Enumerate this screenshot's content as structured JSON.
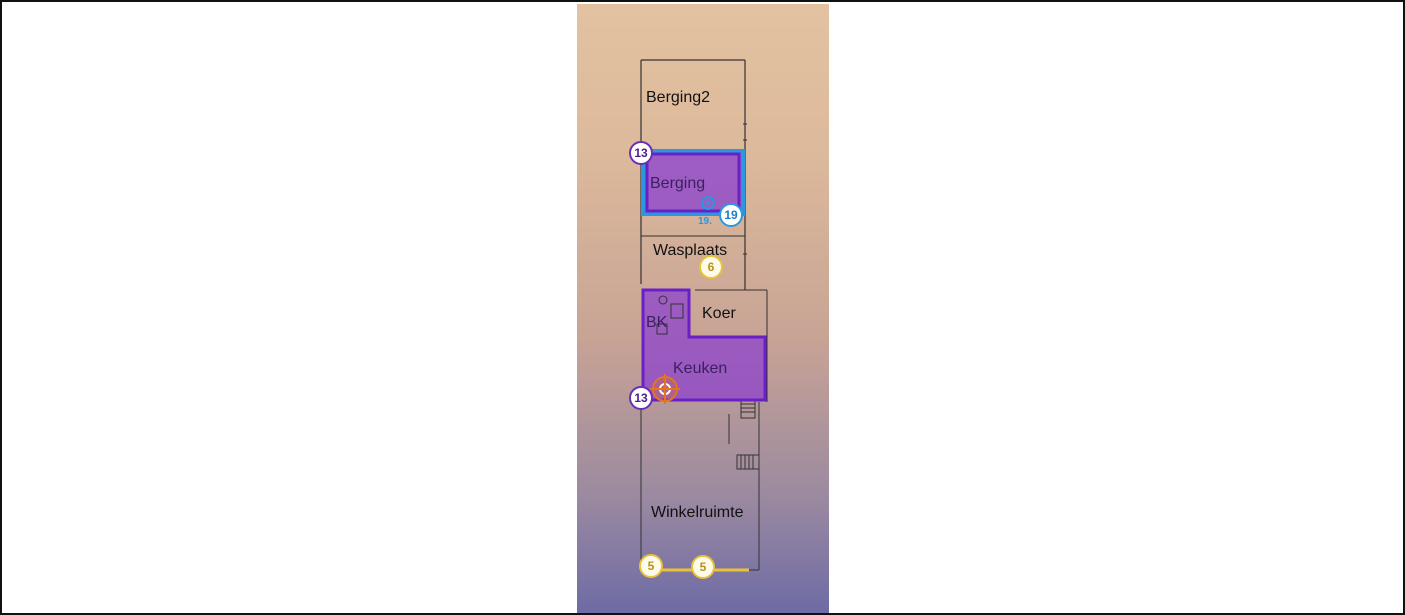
{
  "rooms": {
    "berging2": "Berging2",
    "berging": "Berging",
    "wasplaats": "Wasplaats",
    "bk": "BK",
    "koer": "Koer",
    "keuken": "Keuken",
    "winkelruimte": "Winkelruimte"
  },
  "markers": {
    "berging_count": "13",
    "keuken_count": "13",
    "blue_count": "19",
    "blue_small": "19.",
    "wasplaats_pin": "6",
    "bottom_left": "5",
    "bottom_right": "5"
  },
  "colors": {
    "highlight_fill": "#8a3fcf",
    "highlight_border": "#6a20c8",
    "berging_outline": "#2a97e0",
    "accent_orange": "#e2761e",
    "accent_yellow": "#e8c23a"
  },
  "icons": {
    "blue_pin": "location-pin-icon",
    "orange_target": "crosshair-target-icon"
  }
}
